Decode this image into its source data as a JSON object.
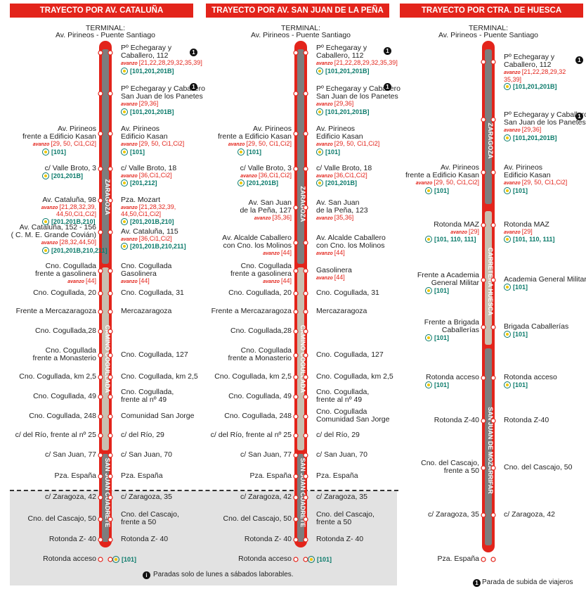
{
  "headers": [
    "TRAYECTO POR AV. CATALUÑA",
    "TRAYECTO POR AV. SAN JUAN DE LA PEÑA",
    "TRAYECTO POR CTRA. DE HUESCA"
  ],
  "terminal_label": "TERMINAL:",
  "terminal_name": "Av. Pirineos - Puente Santiago",
  "brand": "avanzo",
  "badge_glyph": "1",
  "colors": {
    "red": "#e3241b",
    "teal": "#0a7a6a",
    "track_gray": "#7d7d7d",
    "track_beige": "#c9bfb0",
    "zone_gray": "#e2e2e2"
  },
  "icons": [
    "stop-circle-icon",
    "tram-circle-icon",
    "badge-icon",
    "info-icon"
  ],
  "routes": [
    {
      "segments": [
        "ZARAGOZA",
        "CAMINO COGULLADA",
        "SAN JUAN CUADRETE"
      ],
      "stops": [
        {
          "left": "",
          "right": "",
          "llines": "",
          "rlines": ""
        },
        {
          "left": "",
          "right": "Pº Echegaray y\nCaballero, 112",
          "llines": "",
          "rlines": "[21,22,28,29,32,35,39]",
          "rteal": "[101,201,201B]"
        },
        {
          "left": "",
          "right": "Pº Echegaray y Caballero\nSan Juan de los Panetes",
          "llines": "",
          "rlines": "[29,36]",
          "rteal": "[101,201,201B]"
        },
        {
          "left": "Av. Pirineos\nfrente a Edificio Kasan",
          "right": "Av. Pirineos\nEdificio Kasan",
          "llines": "[29, 50, Ci1,Ci2]",
          "rlines": "[29, 50, Ci1,Ci2]",
          "lteal": "[101]",
          "rteal": "[101]"
        },
        {
          "left": "c/ Valle Broto, 3",
          "right": "c/ Valle Broto, 18",
          "llines": "",
          "rlines": "[36,Ci1,Ci2]",
          "lteal": "[201,201B]",
          "rteal": "[201,212]"
        },
        {
          "left": "Av. Cataluña, 98",
          "right": "Pza. Mozart",
          "llines": "[21,28,32,39,\n44,50,Ci1,Ci2]",
          "rlines": "[21,28,32,39,\n44,50,Ci1,Ci2]",
          "lteal": "[201,201B,210]",
          "rteal": "[201,201B,210]"
        },
        {
          "left": "Av. Cataluña, 152 - 156\n( C. M. E. Grande Covián)",
          "right": "Av. Cataluña, 115",
          "llines": "[28,32,44,50]",
          "rlines": "[36,Ci1,Ci2]",
          "lteal": "[201,201B,210,211]",
          "rteal": "[201,201B,210,211]"
        },
        {
          "left": "Cno. Cogullada\nfrente a gasolinera",
          "right": "Cno. Cogullada\nGasolinera",
          "llines": "[44]",
          "rlines": "[44]"
        },
        {
          "left": "Cno. Cogullada, 20",
          "right": "Cno. Cogullada, 31"
        },
        {
          "left": "Frente a Mercazaragoza",
          "right": "Mercazaragoza"
        },
        {
          "left": "Cno. Cogullada,28",
          "right": ""
        },
        {
          "left": "Cno. Cogullada\nfrente a Monasterio",
          "right": "Cno. Cogullada, 127"
        },
        {
          "left": "Cno. Cogullada, km 2,5",
          "right": "Cno. Cogullada, km 2,5"
        },
        {
          "left": "Cno. Cogullada, 49",
          "right": "Cno. Cogullada,\nfrente al nº 49"
        },
        {
          "left": "Cno. Cogullada, 248",
          "right": "Comunidad San Jorge"
        },
        {
          "left": "c/ del Río, frente al nº 25",
          "right": "c/ del Río, 29"
        },
        {
          "left": "c/ San Juan, 77",
          "right": "c/ San Juan, 70"
        },
        {
          "left": "Pza. España",
          "right": "Pza. España"
        },
        {
          "left": "c/ Zaragoza, 42",
          "right": "c/ Zaragoza, 35"
        },
        {
          "left": "Cno. del Cascajo, 50",
          "right": "Cno. del Cascajo,\nfrente a 50"
        },
        {
          "left": "Rotonda Z- 40",
          "right": "Rotonda Z- 40"
        },
        {
          "left": "Rotonda acceso",
          "right": "",
          "lteal_inline": "[101]"
        }
      ]
    },
    {
      "segments": [
        "ZARAGOZA",
        "CAMINO COGULLADA",
        "SAN JUAN CUADRETE"
      ],
      "stops": [
        {
          "left": "",
          "right": ""
        },
        {
          "left": "",
          "right": "Pº Echegaray y\nCaballero, 112",
          "rlines": "[21,22,28,29,32,35,39]",
          "rteal": "[101,201,201B]"
        },
        {
          "left": "",
          "right": "Pº Echegaray y Caballero\nSan Juan de los Panetes",
          "rlines": "[29,36]",
          "rteal": "[101,201,201B]"
        },
        {
          "left": "Av. Pirineos\nfrente a Edificio Kasan",
          "right": "Av. Pirineos\nEdificio Kasan",
          "llines": "[29, 50, Ci1,Ci2]",
          "rlines": "[29, 50, Ci1,Ci2]",
          "lteal": "[101]",
          "rteal": "[101]"
        },
        {
          "left": "c/ Valle Broto, 3",
          "right": "c/ Valle Broto, 18",
          "llines": "[36,Ci1,Ci2]",
          "rlines": "[36,Ci1,Ci2]",
          "lteal": "[201,201B]",
          "rteal": "[201,201B]"
        },
        {
          "left": "Av. San Juan\nde la Peña, 127",
          "right": "Av. San Juan\nde la Peña, 123",
          "llines": "[35,36]",
          "rlines": "[35,36]"
        },
        {
          "left": "Av. Alcalde Caballero\ncon Cno. los Molinos",
          "right": "Av. Alcalde Caballero\ncon Cno. los Molinos",
          "llines": "[44]",
          "rlines": "[44]"
        },
        {
          "left": "Cno. Cogullada\nfrente a gasolinera",
          "right": "Gasolinera",
          "llines": "[44]",
          "rlines": "[44]"
        },
        {
          "left": "Cno. Cogullada, 20",
          "right": "Cno. Cogullada, 31"
        },
        {
          "left": "Frente a Mercazaragoza",
          "right": "Mercazaragoza"
        },
        {
          "left": "Cno. Cogullada,28",
          "right": ""
        },
        {
          "left": "Cno. Cogullada\nfrente a Monasterio",
          "right": "Cno. Cogullada, 127"
        },
        {
          "left": "Cno. Cogullada, km 2,5",
          "right": "Cno. Cogullada, km 2,5"
        },
        {
          "left": "Cno. Cogullada, 49",
          "right": "Cno. Cogullada,\nfrente al nº 49"
        },
        {
          "left": "Cno. Cogullada, 248",
          "right": "Cno. Cogullada\nComunidad San Jorge"
        },
        {
          "left": "c/ del Río, frente al nº 25",
          "right": "c/ del Río, 29"
        },
        {
          "left": "c/ San Juan, 77",
          "right": "c/ San Juan, 70"
        },
        {
          "left": "Pza. España",
          "right": "Pza. España"
        },
        {
          "left": "c/ Zaragoza, 42",
          "right": "c/ Zaragoza, 35"
        },
        {
          "left": "Cno. del Cascajo, 50",
          "right": "Cno. del Cascajo,\nfrente a 50"
        },
        {
          "left": "Rotonda Z- 40",
          "right": "Rotonda Z- 40"
        },
        {
          "left": "Rotonda acceso",
          "right": "",
          "lteal_inline": "[101]"
        }
      ]
    },
    {
      "segments": [
        "ZARAGOZA",
        "CARRETERA HUESCA",
        "SAN JUAN DE MOZARRIFAR"
      ],
      "stops": [
        {
          "left": "",
          "right": ""
        },
        {
          "left": "",
          "right": "Pº Echegaray y\nCaballero, 112",
          "rlines": "[21,22,28,29,32\n35,39]",
          "rteal": "[101,201,201B]"
        },
        {
          "left": "",
          "right": "Pº Echegaray y Caballero\nSan Juan de los Panetes",
          "rlines": "[29,36]",
          "rteal": "[101,201,201B]"
        },
        {
          "left": "Av. Pirineos\nfrente a Edificio Kasan",
          "right": "Av. Pirineos\nEdificio Kasan",
          "llines": "[29, 50, Ci1,Ci2]",
          "rlines": "[29, 50, Ci1,Ci2]",
          "lteal": "[101]",
          "rteal": "[101]"
        },
        {
          "left": "Rotonda MAZ",
          "right": "Rotonda MAZ",
          "llines": "[29]",
          "rlines": "[29]",
          "lteal": "[101, 110, 111]",
          "rteal": "[101, 110, 111]"
        },
        {
          "left": "Frente a Academia\nGeneral Militar",
          "right": "Academia General Militar",
          "lteal": "[101]",
          "rteal": "[101]"
        },
        {
          "left": "Frente a Brigada\nCaballerías",
          "right": "Brigada Caballerías",
          "lteal": "[101]",
          "rteal": "[101]"
        },
        {
          "left": "Rotonda acceso",
          "right": "Rotonda acceso",
          "lteal": "[101]",
          "rteal": "[101]"
        },
        {
          "left": "Rotonda Z-40",
          "right": "Rotonda Z-40"
        },
        {
          "left": "Cno. del Cascajo,\nfrente a 50",
          "right": "Cno. del Cascajo, 50"
        },
        {
          "left": "c/ Zaragoza, 35",
          "right": "c/ Zaragoza, 42"
        },
        {
          "left": "Pza. España",
          "right": ""
        }
      ]
    }
  ],
  "footer": {
    "note_weekdays": "Paradas solo de lunes a sábados laborables.",
    "note_boarding": "Parada de subida de viajeros"
  }
}
